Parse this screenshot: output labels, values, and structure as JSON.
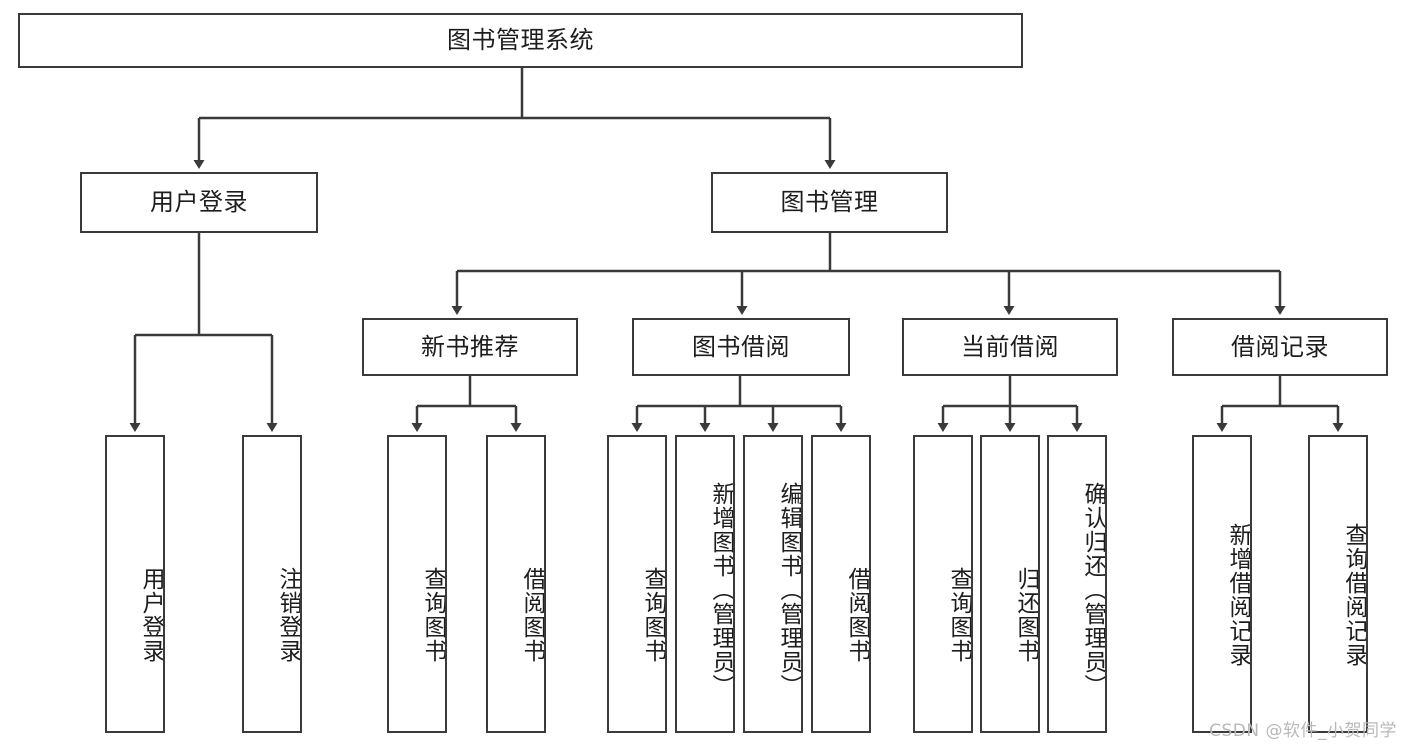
{
  "diagram": {
    "title": "图书管理系统",
    "watermark": "CSDN @软件_小贺同学",
    "line_color": "#3a3a3a",
    "box_fill": "#ffffff",
    "text_color": "#1d1d1d",
    "watermark_color": "#b9b9b9"
  },
  "root": {
    "label": "图书管理系统"
  },
  "level2": [
    {
      "label": "用户登录"
    },
    {
      "label": "图书管理"
    }
  ],
  "level3": [
    {
      "label": "新书推荐"
    },
    {
      "label": "图书借阅"
    },
    {
      "label": "当前借阅"
    },
    {
      "label": "借阅记录"
    }
  ],
  "leaves": {
    "user_login": [
      {
        "label": "用户登录"
      },
      {
        "label": "注销登录"
      }
    ],
    "new_book_recommend": [
      {
        "label": "查询图书"
      },
      {
        "label": "借阅图书"
      }
    ],
    "book_borrow": [
      {
        "label": "查询图书"
      },
      {
        "label": "新增图书（管理员）"
      },
      {
        "label": "编辑图书（管理员）"
      },
      {
        "label": "借阅图书"
      }
    ],
    "current_borrow": [
      {
        "label": "查询图书"
      },
      {
        "label": "归还图书"
      },
      {
        "label": "确认归还（管理员）"
      }
    ],
    "borrow_record": [
      {
        "label": "新增借阅记录"
      },
      {
        "label": "查询借阅记录"
      }
    ]
  }
}
